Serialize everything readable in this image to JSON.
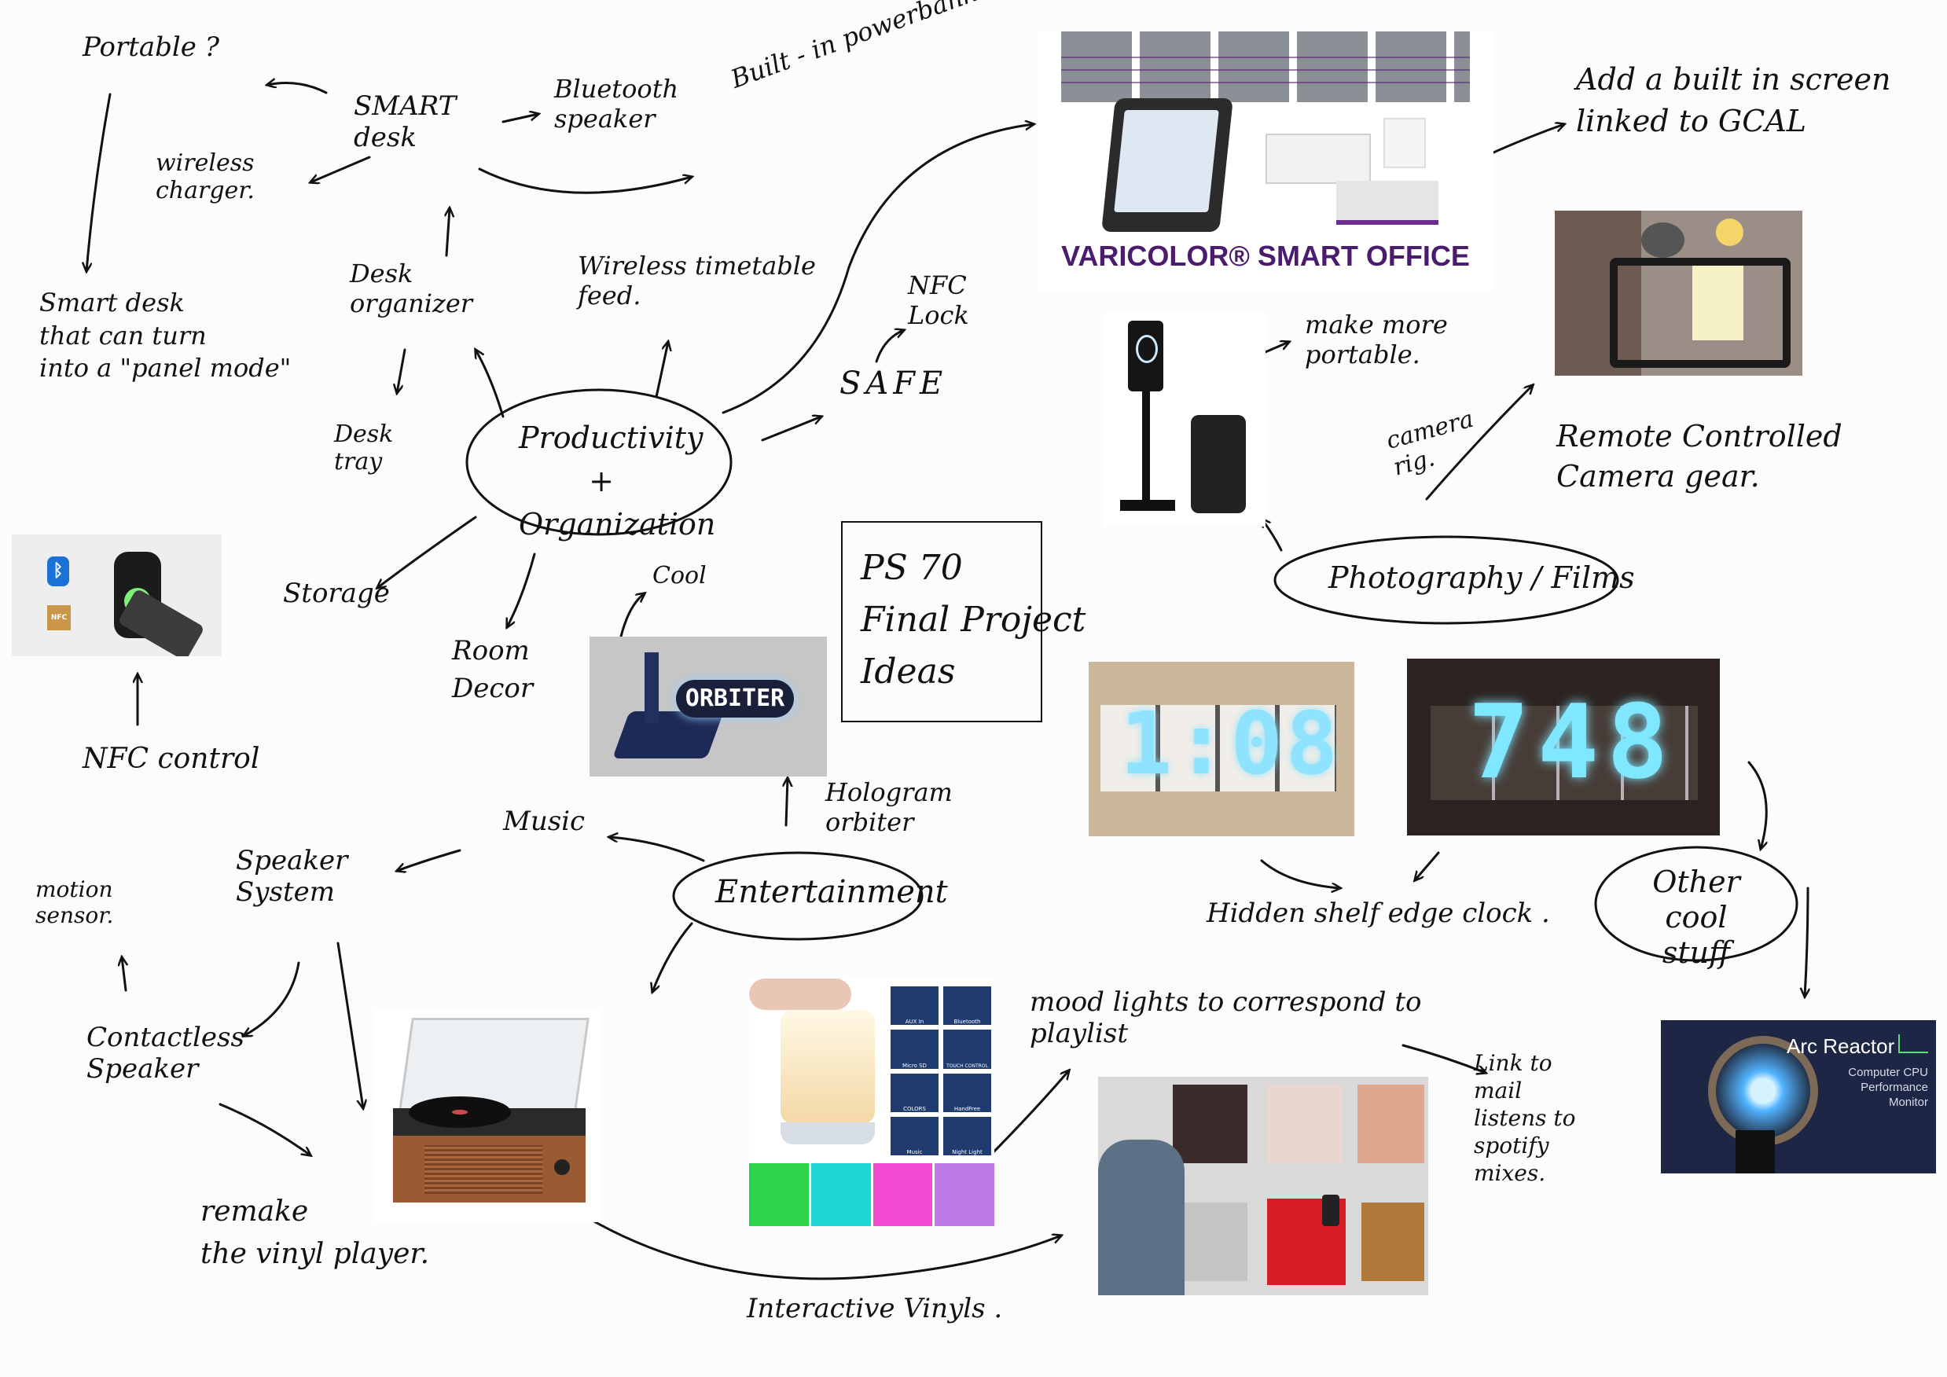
{
  "board": {
    "title_lines": "PS 70\nFinal Project\nIdeas",
    "hubs": {
      "productivity": "Productivity +\nOrganization",
      "photography": "Photography / Films",
      "entertainment": "Entertainment",
      "other": "Other cool\nstuff"
    },
    "labels": {
      "portable": "Portable ?",
      "smart_desk": "SMART\ndesk",
      "bluetooth_speaker": "Bluetooth\nspeaker",
      "built_in_powerbank": "Built - in powerbank.",
      "wireless_charger": "wireless\ncharger.",
      "smart_desk_panel": "Smart desk\nthat can turn\ninto a \"panel mode\"",
      "desk_organizer": "Desk\norganizer",
      "wireless_timetable": "Wireless timetable\nfeed.",
      "nfc_lock": "NFC\nLock",
      "safe": "SAFE",
      "desk_tray": "Desk\ntray",
      "storage": "Storage",
      "room_decor": "Room\nDecor",
      "cool": "Cool",
      "nfc_control": "NFC control",
      "add_screen": "Add a built in screen\nlinked to GCAL",
      "make_portable": "make more\nportable.",
      "camera_rig": "camera\nrig.",
      "remote_camera": "Remote Controlled\nCamera gear.",
      "hologram": "Hologram\norbiter",
      "music": "Music",
      "speaker_system": "Speaker\nSystem",
      "motion_sensor": "motion\nsensor.",
      "contactless_speaker": "Contactless\nSpeaker",
      "remake_vinyl": "remake\nthe vinyl player.",
      "interactive_vinyls": "Interactive Vinyls .",
      "mood_lights": "mood lights to correspond to\nplaylist",
      "link_spotify": "Link to\nmail\nlistens to\nspotify\nmixes.",
      "hidden_shelf_clock": "Hidden shelf edge clock ."
    },
    "photos": {
      "varicolor_caption": "VARICOLOR® SMART OFFICE",
      "orbiter_text": "ORBITER",
      "clock1_digits": "1:08",
      "clock2_digits": "748",
      "arc_title": "Arc Reactor",
      "arc_sub": "Computer CPU\nPerformance\nMonitor",
      "lamp_features": [
        "AUX In",
        "Bluetooth",
        "Micro SD",
        "TOUCH CONTROL",
        "COLORS",
        "HandFree",
        "Music",
        "Night Light"
      ]
    }
  }
}
